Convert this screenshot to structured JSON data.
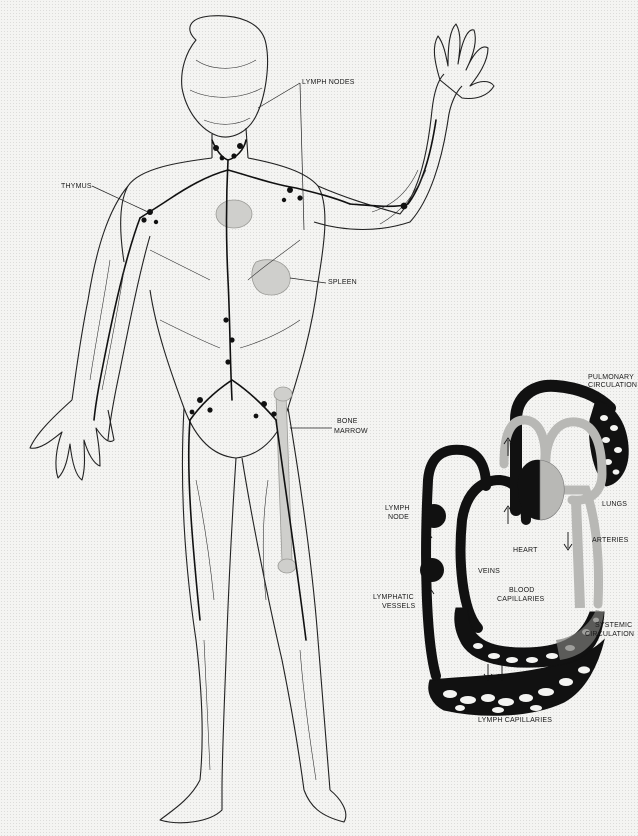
{
  "labels": {
    "lymph_nodes": "LYMPH NODES",
    "thymus": "THYMUS",
    "spleen": "SPLEEN",
    "bone_marrow_1": "BONE",
    "bone_marrow_2": "MARROW",
    "pulmonary_1": "PULMONARY",
    "pulmonary_2": "CIRCULATION",
    "lungs": "LUNGS",
    "lymph_node_1": "LYMPH",
    "lymph_node_2": "NODE",
    "heart": "HEART",
    "arteries": "ARTERIES",
    "veins": "VEINS",
    "blood_cap_1": "BLOOD",
    "blood_cap_2": "CAPILLARIES",
    "lymphatic_1": "LYMPHATIC",
    "lymphatic_2": "VESSELS",
    "systemic_1": "SYSTEMIC",
    "systemic_2": "CIRCULATION",
    "lymph_capillaries": "LYMPH CAPILLARIES"
  },
  "colors": {
    "ink": "#111111",
    "organ_gray": "#cfcfcc",
    "artery_gray": "#b8b8b5",
    "background": "#f4f4f2"
  }
}
